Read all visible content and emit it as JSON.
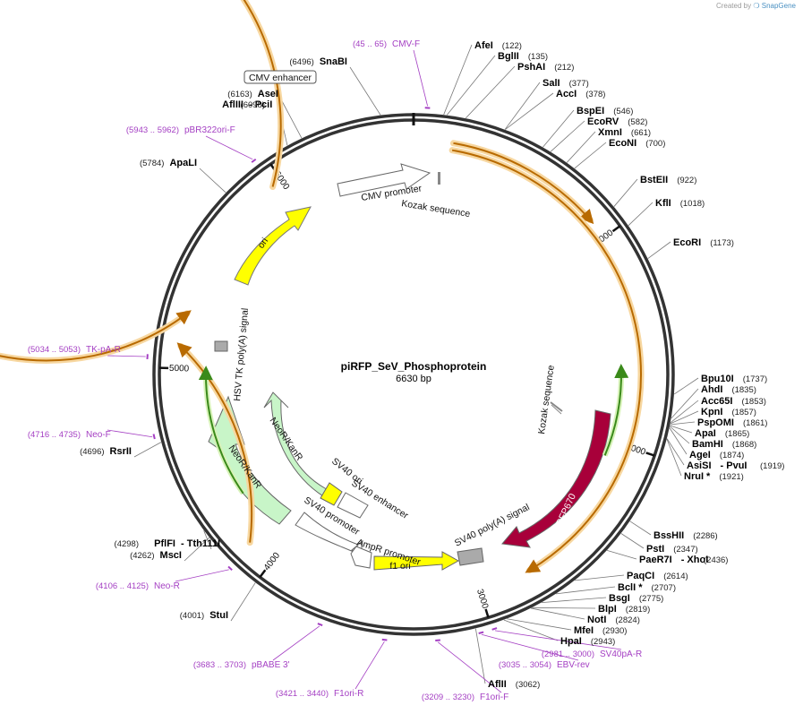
{
  "credit": {
    "prefix": "Created by",
    "brand": "SnapGene"
  },
  "plasmid": {
    "name": "piRFP_SeV_Phosphoprotein",
    "size_label": "6630 bp",
    "length": 6630
  },
  "colors": {
    "ring": "#333333",
    "primer": "#a43fc3",
    "ori": "#ffff00",
    "resist": "#c8f5c8",
    "irfp": "#a8003a",
    "orf": "#f0a020",
    "orfline": "#b86a00",
    "gene_green": "#3a8a1a",
    "gray": "#aaaaaa"
  },
  "ticks": [
    {
      "bp": 1000,
      "label": "1000"
    },
    {
      "bp": 2000,
      "label": "2000"
    },
    {
      "bp": 3000,
      "label": "3000"
    },
    {
      "bp": 4000,
      "label": "4000"
    },
    {
      "bp": 5000,
      "label": "5000"
    },
    {
      "bp": 6000,
      "label": "6000"
    }
  ],
  "enzymes": [
    {
      "name": "AfeI",
      "pos": "(122)"
    },
    {
      "name": "BglII",
      "pos": "(135)"
    },
    {
      "name": "PshAI",
      "pos": "(212)"
    },
    {
      "name": "SalI",
      "pos": "(377)"
    },
    {
      "name": "AccI",
      "pos": "(378)"
    },
    {
      "name": "BspEI",
      "pos": "(546)"
    },
    {
      "name": "EcoRV",
      "pos": "(582)"
    },
    {
      "name": "XmnI",
      "pos": "(661)"
    },
    {
      "name": "EcoNI",
      "pos": "(700)"
    },
    {
      "name": "BstEII",
      "pos": "(922)"
    },
    {
      "name": "KflI",
      "pos": "(1018)"
    },
    {
      "name": "EcoRI",
      "pos": "(1173)"
    },
    {
      "name": "Bpu10I",
      "pos": "(1737)"
    },
    {
      "name": "AhdI",
      "pos": "(1835)"
    },
    {
      "name": "Acc65I",
      "pos": "(1853)"
    },
    {
      "name": "KpnI",
      "pos": "(1857)"
    },
    {
      "name": "PspOMI",
      "pos": "(1861)"
    },
    {
      "name": "ApaI",
      "pos": "(1865)"
    },
    {
      "name": "BamHI",
      "pos": "(1868)"
    },
    {
      "name": "AgeI",
      "pos": "(1874)"
    },
    {
      "name": "AsiSI",
      "pos": "- PvuI"
    },
    {
      "name": "(1919)",
      "pos": ""
    },
    {
      "name": "NruI *",
      "pos": "(1921)"
    },
    {
      "name": "BssHII",
      "pos": "(2286)"
    },
    {
      "name": "PstI",
      "pos": "(2347)"
    },
    {
      "name": "PaeR7I",
      "pos": "- XhoI"
    },
    {
      "name": "(2436)",
      "pos": ""
    },
    {
      "name": "PaqCI",
      "pos": "(2614)"
    },
    {
      "name": "BclI *",
      "pos": "(2707)"
    },
    {
      "name": "BsgI",
      "pos": "(2775)"
    },
    {
      "name": "BlpI",
      "pos": "(2819)"
    },
    {
      "name": "NotI",
      "pos": "(2824)"
    },
    {
      "name": "MfeI",
      "pos": "(2930)"
    },
    {
      "name": "HpaI",
      "pos": "(2943)"
    },
    {
      "name": "AflII",
      "pos": "(3062)"
    },
    {
      "name": "StuI",
      "pos": "(4001)"
    },
    {
      "name": "MscI",
      "pos": "(4262)"
    },
    {
      "name": "PflFI",
      "pos": "- Tth111I"
    },
    {
      "name": "(4298)",
      "pos": ""
    },
    {
      "name": "RsrII",
      "pos": "(4696)"
    },
    {
      "name": "ApaLI",
      "pos": "(5784)"
    },
    {
      "name": "AflIII",
      "pos": "- PciI"
    },
    {
      "name": "(6098)",
      "pos": ""
    },
    {
      "name": "AseI",
      "pos": "(6163)"
    },
    {
      "name": "SnaBI",
      "pos": "(6496)"
    }
  ],
  "primers": [
    {
      "name": "CMV-F",
      "range": "(45 .. 65)"
    },
    {
      "name": "pBR322ori-F",
      "range": "(5943 .. 5962)"
    },
    {
      "name": "TK-pA-R",
      "range": "(5034 .. 5053)"
    },
    {
      "name": "Neo-F",
      "range": "(4716 .. 4735)"
    },
    {
      "name": "Neo-R",
      "range": "(4106 .. 4125)"
    },
    {
      "name": "pBABE 3'",
      "range": "(3683 .. 3703)"
    },
    {
      "name": "F1ori-R",
      "range": "(3421 .. 3440)"
    },
    {
      "name": "F1ori-F",
      "range": "(3209 .. 3230)"
    },
    {
      "name": "EBV-rev",
      "range": "(3035 .. 3054)"
    },
    {
      "name": "SV40pA-R",
      "range": "(2981 .. 3000)"
    }
  ],
  "features": {
    "cmv_enhancer": "CMV enhancer",
    "cmv_promoter": "CMV promoter",
    "kozak_top": "Kozak sequence",
    "kozak_right": "Kozak sequence",
    "irfp": "iRFP670",
    "sv40_polya": "SV40 poly(A) signal",
    "f1_ori": "f1 ori",
    "ampr_promoter": "AmpR promoter",
    "sv40_promoter": "SV40 promoter",
    "sv40_ori": "SV40 ori",
    "sv40_enhancer": "SV40 enhancer",
    "neokan_outer": "NeoR/KanR",
    "neokan_inner": "NeoR/KanR",
    "hsv_tk": "HSV TK poly(A) signal",
    "ori": "ori"
  }
}
